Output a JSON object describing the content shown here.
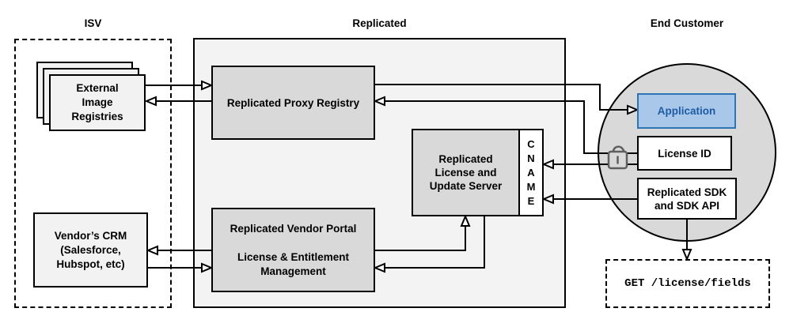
{
  "diagram": {
    "lanes": {
      "isv": "ISV",
      "replicated": "Replicated",
      "end_customer": "End Customer"
    },
    "nodes": {
      "external_registries": "External\nImage\nRegistries",
      "vendor_crm": "Vendor’s CRM\n(Salesforce,\nHubspot, etc)",
      "proxy_registry": "Replicated Proxy Registry",
      "license_update_server": "Replicated\nLicense and\nUpdate Server",
      "cname": "C\nN\nA\nM\nE",
      "vendor_portal": "Replicated Vendor Portal\n\nLicense & Entitlement\nManagement",
      "application": "Application",
      "license_id": "License ID",
      "replicated_sdk": "Replicated SDK\nand SDK API",
      "api_request": "GET /license/fields"
    },
    "icons": {
      "lock": "open-padlock"
    },
    "colors": {
      "node_gray": "#d9d9d9",
      "panel_gray": "#f3f3f3",
      "light_box": "#f2f2f2",
      "app_fill": "#a9c8e9",
      "app_border": "#2e75b6",
      "app_text": "#1c5ba6",
      "line": "#000000",
      "lock_gray": "#5f5f5f"
    }
  }
}
